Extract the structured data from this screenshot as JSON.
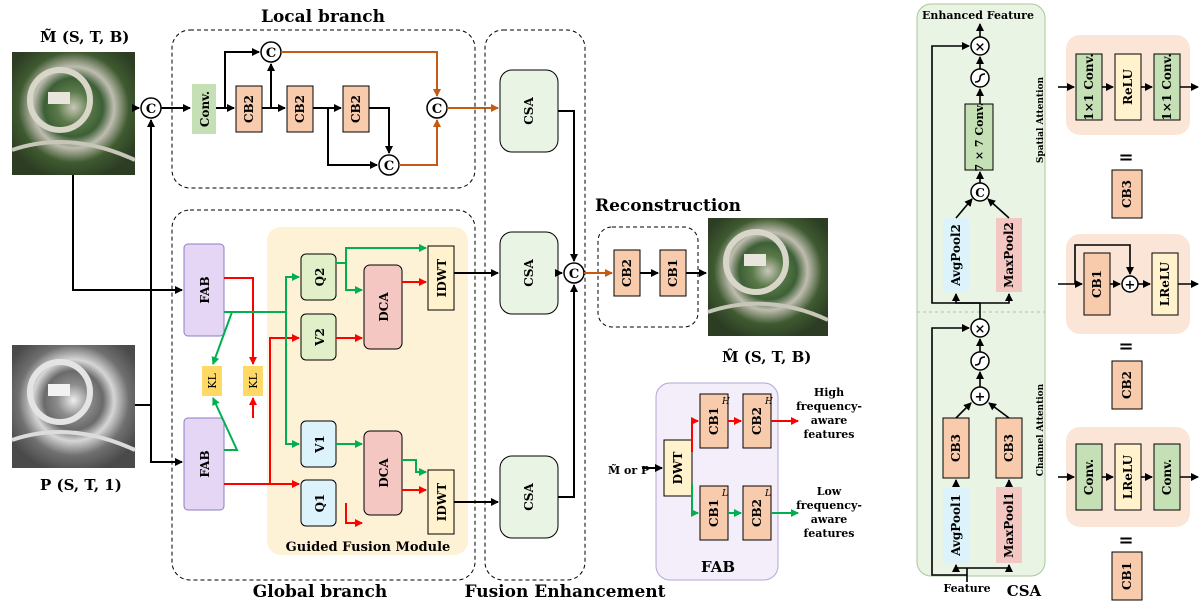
{
  "titles": {
    "local_branch": "Local branch",
    "global_branch": "Global branch",
    "fusion_enhancement": "Fusion Enhancement",
    "reconstruction": "Reconstruction",
    "guided_fusion": "Guided Fusion Module",
    "fab": "FAB",
    "csa": "CSA"
  },
  "inputs": {
    "m_label": "M̃ (S, T, B)",
    "p_label": "P (S, T, 1)",
    "output_label": "M̂ (S, T, B)"
  },
  "blocks": {
    "conv": "Conv.",
    "cb2": "CB2",
    "cb1": "CB1",
    "cb3": "CB3",
    "csa": "CSA",
    "fab": "FAB",
    "q2": "Q2",
    "v2": "V2",
    "v1": "V1",
    "q1": "Q1",
    "dca": "DCA",
    "idwt": "IDWT",
    "kl": "KL",
    "concat": "C",
    "times": "×",
    "plus": "+",
    "sigmoid": "S"
  },
  "fab_detail": {
    "input": "M̃ or P",
    "dwt": "DWT",
    "cb1_h": "CB1",
    "cb2_h": "CB2",
    "cb1_l": "CB1",
    "cb2_l": "CB2",
    "sup_h": "H",
    "sup_l": "L",
    "high": [
      "High",
      "frequency-",
      "aware",
      "features"
    ],
    "low": [
      "Low",
      "frequency-",
      "aware",
      "features"
    ]
  },
  "csa_detail": {
    "enhanced": "Enhanced Feature",
    "feature": "Feature",
    "spatial": "Spatial Attention",
    "channel": "Channel Attention",
    "conv7": "7 × 7 Conv.",
    "avgpool2": "AvgPool2",
    "maxpool2": "MaxPool2",
    "avgpool1": "AvgPool1",
    "maxpool1": "MaxPool1",
    "cb3": "CB3"
  },
  "defs": {
    "cb3_parts": [
      "1×1 Conv.",
      "ReLU",
      "1×1 Conv."
    ],
    "cb2_parts": [
      "CB1",
      "LReLU"
    ],
    "cb1_parts": [
      "Conv.",
      "LReLU",
      "Conv."
    ],
    "eq": "=",
    "cb3": "CB3",
    "cb2": "CB2",
    "cb1": "CB1"
  },
  "colors": {
    "orange_block": "#f8cbad",
    "green_block": "#c5e0b4",
    "purple_block": "#e6d6f5",
    "yellow_block": "#fff2cc",
    "blue_block": "#ddf3fb",
    "pink_block": "#f4c7c3",
    "kl_block": "#ffd966",
    "gfm_bg": "#fdf1d6",
    "red_arrow": "#ff0000",
    "green_arrow": "#00b050",
    "orange_arrow": "#c55a11"
  }
}
